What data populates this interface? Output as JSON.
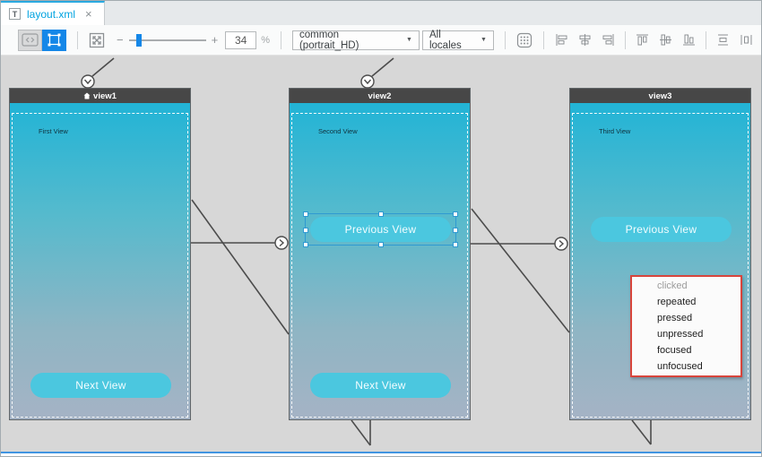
{
  "tab": {
    "icon_letter": "T",
    "title": "layout.xml",
    "close_glyph": "×"
  },
  "toolbar": {
    "zoom_out_glyph": "−",
    "zoom_in_glyph": "+",
    "zoom_value": "34",
    "zoom_unit": "%",
    "config_value": "common (portrait_HD)",
    "locales_value": "All locales",
    "caret_glyph": "▼"
  },
  "canvas": {
    "views": [
      {
        "name": "view1",
        "label": "First View",
        "next_button": "Next View"
      },
      {
        "name": "view2",
        "label": "Second View",
        "previous_button": "Previous View",
        "next_button": "Next View"
      },
      {
        "name": "view3",
        "label": "Third View",
        "previous_button": "Previous View"
      }
    ],
    "popup": {
      "items": [
        {
          "label": "clicked"
        },
        {
          "label": "repeated"
        },
        {
          "label": "pressed"
        },
        {
          "label": "unpressed"
        },
        {
          "label": "focused"
        },
        {
          "label": "unfocused"
        }
      ]
    }
  },
  "colors": {
    "accent_blue": "#1487e8",
    "tab_title": "#00a3e0",
    "tab_top_border": "#2aa9e0",
    "selection": "#2f9ad2",
    "popup_border": "#d8453c",
    "view_header": "#474747",
    "button_cyan": "#4bc7df",
    "canvas_bg": "#d7d7d7",
    "bottom_line": "#4195e1",
    "view_gradient_top": "#22b4d6",
    "view_gradient_bottom": "#a5b3c5"
  }
}
